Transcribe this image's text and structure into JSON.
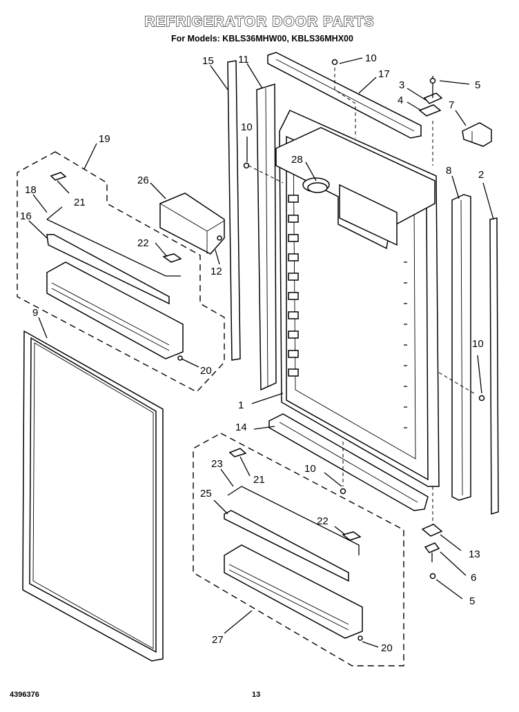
{
  "title": "REFRIGERATOR DOOR PARTS",
  "subtitle": "For Models: KBLS36MHW00, KBLS36MHX00",
  "footer": {
    "doc_number": "4396376",
    "page_number": "13"
  },
  "callouts": {
    "c1": "1",
    "c2": "2",
    "c3": "3",
    "c4": "4",
    "c5a": "5",
    "c5b": "5",
    "c6": "6",
    "c7": "7",
    "c8": "8",
    "c9": "9",
    "c10a": "10",
    "c10b": "10",
    "c10c": "10",
    "c10d": "10",
    "c11": "11",
    "c12": "12",
    "c13": "13",
    "c14": "14",
    "c15": "15",
    "c16": "16",
    "c17": "17",
    "c18": "18",
    "c19": "19",
    "c20a": "20",
    "c20b": "20",
    "c21a": "21",
    "c21b": "21",
    "c22a": "22",
    "c22b": "22",
    "c23": "23",
    "c25": "25",
    "c26": "26",
    "c27": "27",
    "c28": "28"
  }
}
